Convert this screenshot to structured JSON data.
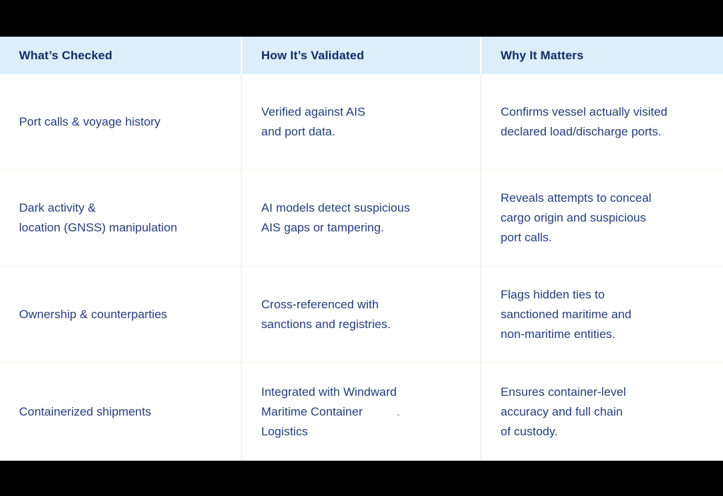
{
  "colors": {
    "background": "#000000",
    "header_bg": "#dceefa",
    "header_text": "#122d66",
    "body_text": "#233d7d",
    "separator": "#f6f3ee",
    "link_blue": "#4a90d9"
  },
  "table": {
    "columns": [
      {
        "label": "What’s Checked"
      },
      {
        "label": "How It’s Validated"
      },
      {
        "label": "Why It Matters"
      }
    ],
    "rows": [
      {
        "checked": "Port calls & voyage history",
        "validated": "Verified against AIS\nand port data.",
        "matters": "Confirms vessel actually visited\ndeclared load/discharge ports."
      },
      {
        "checked": "Dark activity &\nlocation (GNSS) manipulation",
        "validated": "AI models detect suspicious\nAIS gaps or tampering.",
        "matters": "Reveals attempts to conceal\ncargo origin and suspicious\nport calls."
      },
      {
        "checked": "Ownership & counterparties",
        "validated": "Cross-referenced with\nsanctions and registries.",
        "matters": "Flags hidden ties to\nsanctioned maritime and\nnon-maritime entities."
      },
      {
        "checked": "Containerized shipments",
        "validated": "Integrated with Windward\nMaritime Container\nLogistics",
        "validated_suffix": ".",
        "matters": "Ensures container-level\naccuracy and full chain\nof custody."
      }
    ]
  }
}
